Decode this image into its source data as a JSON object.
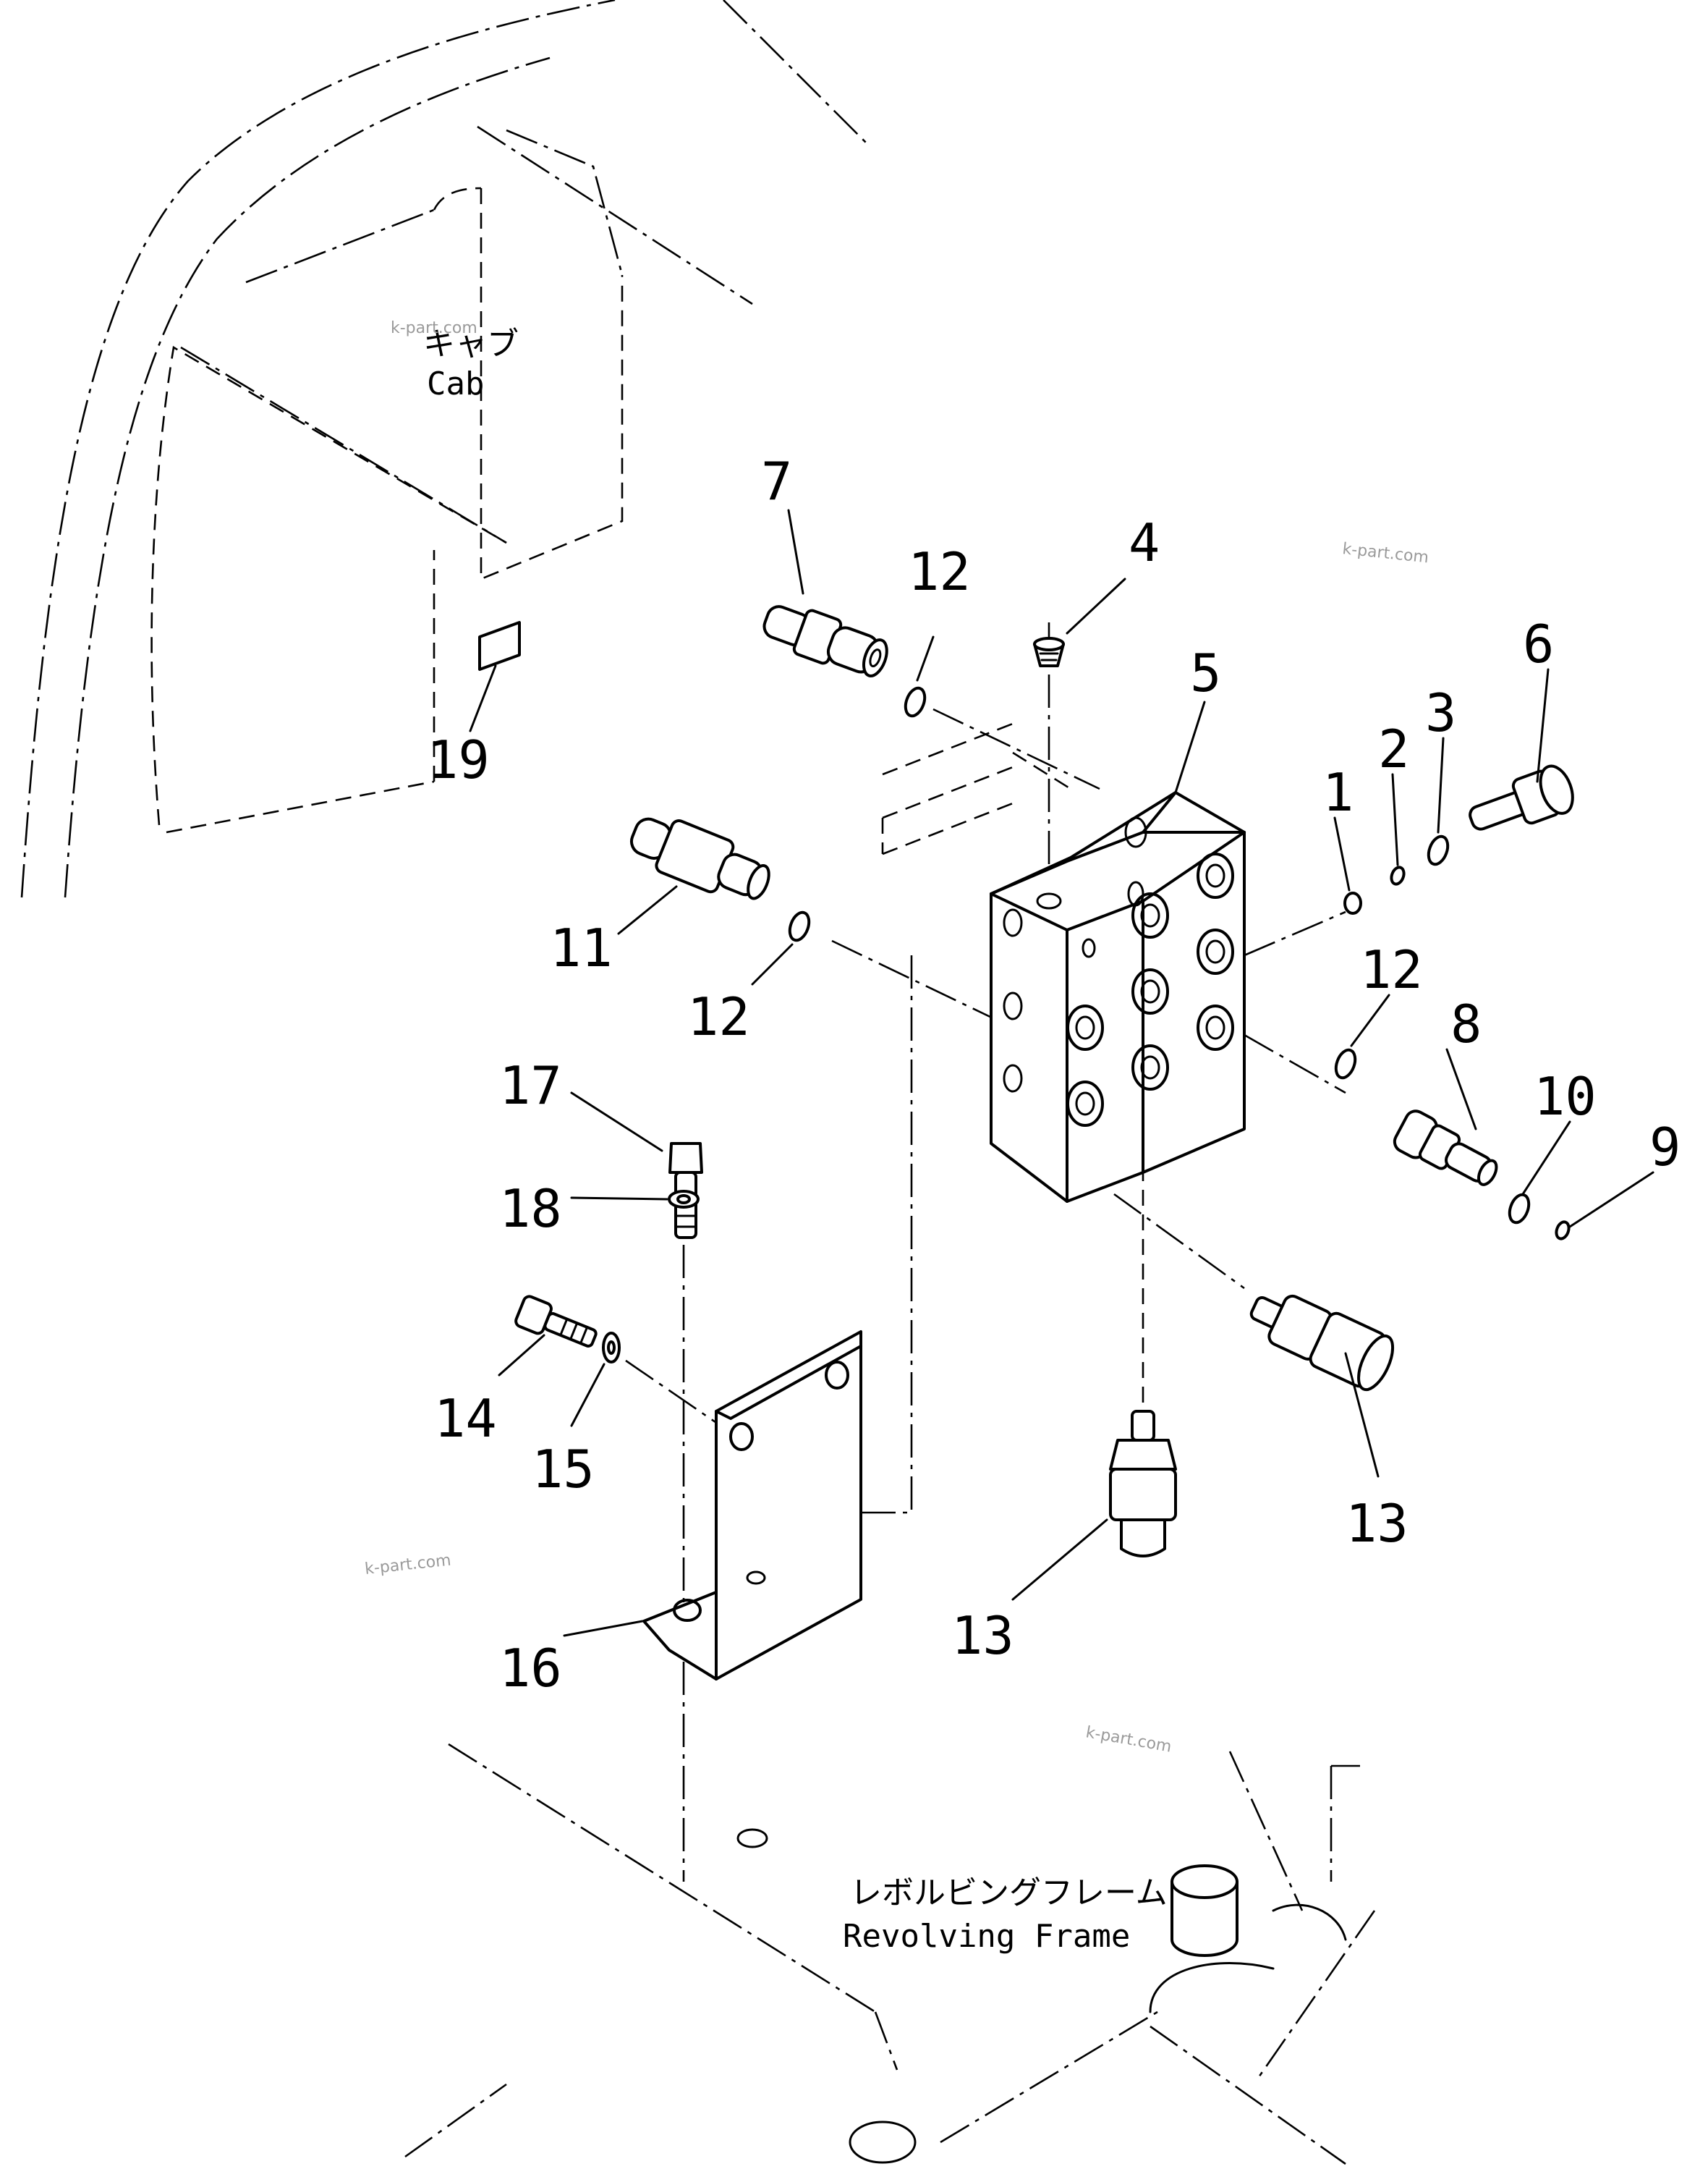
{
  "labels": {
    "cab_jp": "キャブ",
    "cab_en": "Cab",
    "frame_jp": "レボルビングフレーム",
    "frame_en": "Revolving Frame"
  },
  "watermark": "k-part.com",
  "callouts": [
    "1",
    "2",
    "3",
    "4",
    "5",
    "6",
    "7",
    "8",
    "9",
    "10",
    "11",
    "12",
    "13",
    "14",
    "15",
    "16",
    "17",
    "18",
    "19"
  ]
}
